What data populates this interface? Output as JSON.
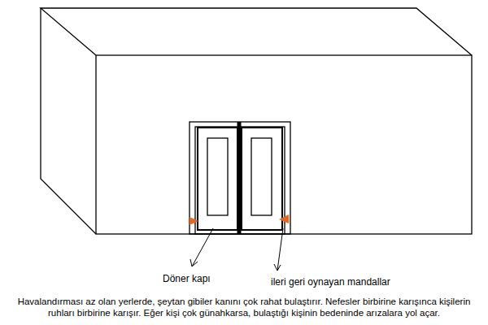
{
  "diagram": {
    "caption": "Havalandırması az olan yerlerde, şeytan gibiler kanını çok rahat bulaştırır. Nefesler birbirine karışınca kişilerin ruhları birbirine karışır. Eğer kişi çok günahkarsa, bulaştığı kişinin bedeninde arızalara yol açar.",
    "labels": [
      "Döner kapı",
      "ileri geri oynayan mandallar"
    ]
  }
}
